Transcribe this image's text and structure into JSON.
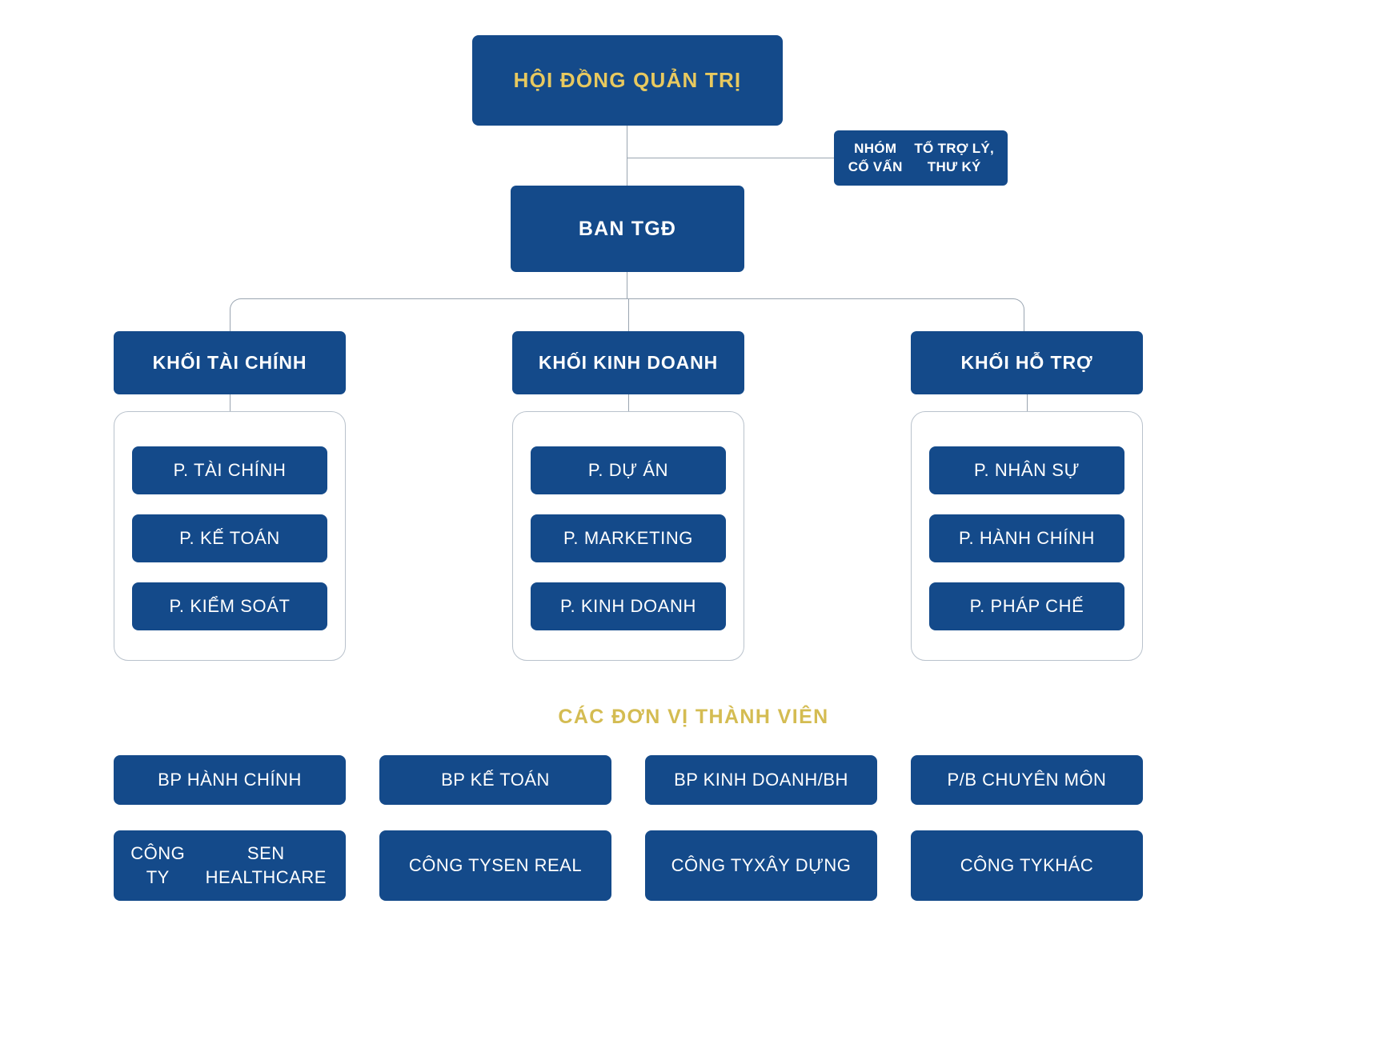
{
  "org_chart": {
    "type": "organizational-hierarchy",
    "colors": {
      "box_fill": "#144a8a",
      "gold_text": "#e8c95f",
      "heading_gold": "#d4bc52",
      "white_text": "#ffffff",
      "connector": "#9aa5b1",
      "container_border": "#b9c2cc",
      "background": "#ffffff"
    },
    "board": {
      "label": "HỘI ĐỒNG QUẢN TRỊ"
    },
    "advisory": {
      "line1": "NHÓM CỐ VẤN",
      "line2": "TỔ TRỢ LÝ, THƯ KÝ"
    },
    "ceo": {
      "label": "BAN TGĐ"
    },
    "divisions": [
      {
        "label": "KHỐI TÀI CHÍNH",
        "departments": [
          "P. TÀI CHÍNH",
          "P. KẾ TOÁN",
          "P. KIỂM SOÁT"
        ]
      },
      {
        "label": "KHỐI KINH DOANH",
        "departments": [
          "P. DỰ ÁN",
          "P. MARKETING",
          "P. KINH DOANH"
        ]
      },
      {
        "label": "KHỐI HỖ TRỢ",
        "departments": [
          "P. NHÂN SỰ",
          "P. HÀNH CHÍNH",
          "P. PHÁP CHẾ"
        ]
      }
    ],
    "members_heading": "CÁC ĐƠN VỊ THÀNH VIÊN",
    "member_units": [
      "BP HÀNH CHÍNH",
      "BP KẾ TOÁN",
      "BP KINH DOANH/BH",
      "P/B CHUYÊN MÔN"
    ],
    "companies": [
      {
        "line1": "CÔNG TY",
        "line2": "SEN HEALTHCARE"
      },
      {
        "line1": "CÔNG TY",
        "line2": "SEN REAL"
      },
      {
        "line1": "CÔNG TY",
        "line2": "XÂY DỰNG"
      },
      {
        "line1": "CÔNG TY",
        "line2": "KHÁC"
      }
    ]
  }
}
